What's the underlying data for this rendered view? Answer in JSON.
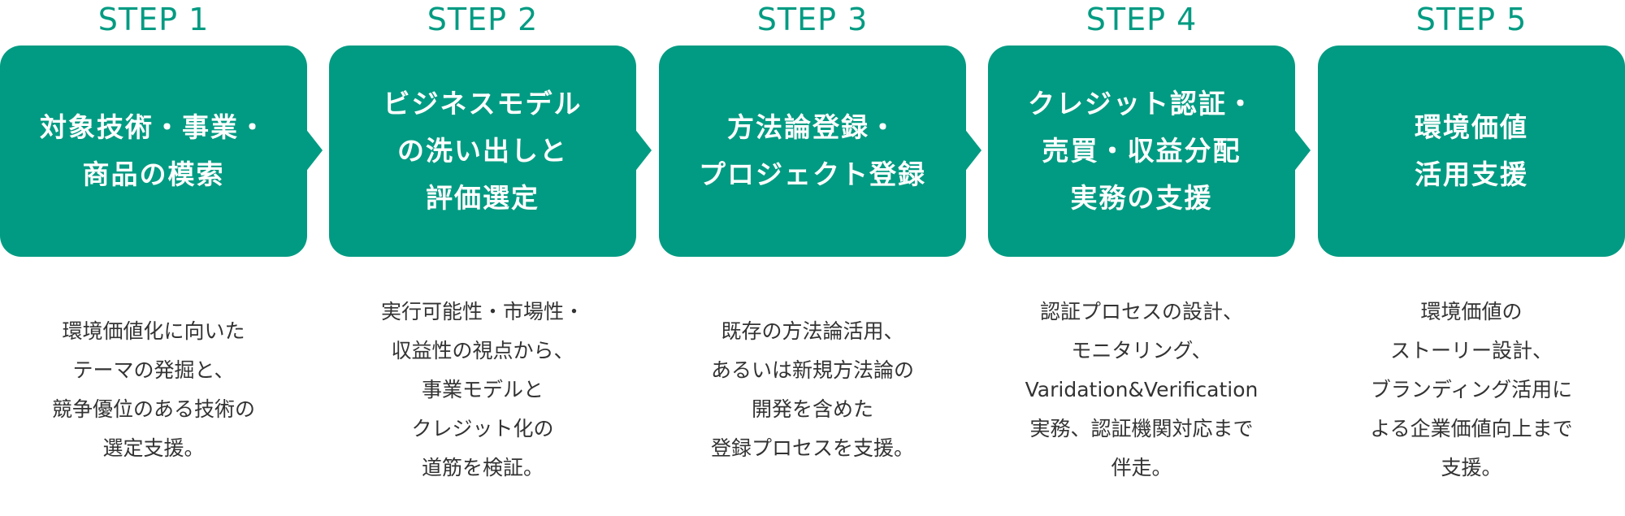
{
  "steps": [
    {
      "label": "STEP 1",
      "title": "対象技術・事業・\n商品の模索",
      "description": "環境価値化に向いた\nテーマの発掘と、\n競争優位のある技術の\n選定支援。"
    },
    {
      "label": "STEP 2",
      "title": "ビジネスモデル\nの洗い出しと\n評価選定",
      "description": "実行可能性・市場性・\n収益性の視点から、\n事業モデルと\nクレジット化の\n道筋を検証。"
    },
    {
      "label": "STEP 3",
      "title": "方法論登録・\nプロジェクト登録",
      "description": "既存の方法論活用、\nあるいは新規方法論の\n開発を含めた\n登録プロセスを支援。"
    },
    {
      "label": "STEP 4",
      "title": "クレジット認証・\n売買・収益分配\n実務の支援",
      "description": "認証プロセスの設計、\nモニタリング、\nVaridation&Verification\n実務、認証機関対応まで\n伴走。"
    },
    {
      "label": "STEP 5",
      "title": "環境価値\n活用支援",
      "description": "環境価値の\nストーリー設計、\nブランディング活用に\nよる企業価値向上まで\n支援。"
    }
  ],
  "colors": {
    "accent": "#009b82",
    "box_text": "#ffffff",
    "body_text": "#333333"
  }
}
